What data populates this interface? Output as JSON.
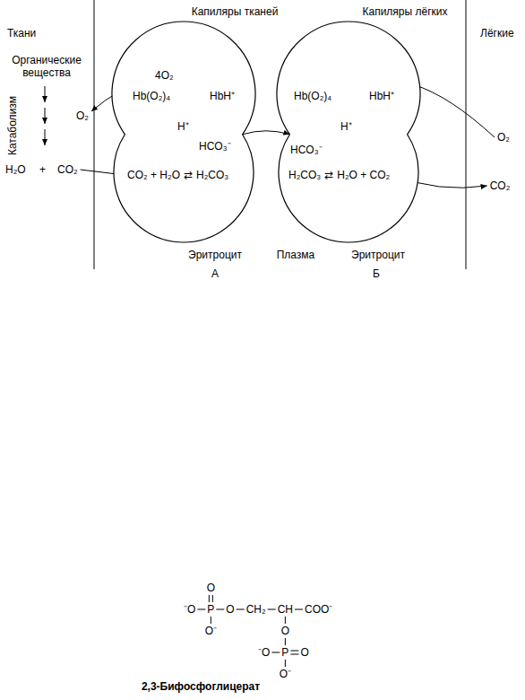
{
  "diagram": {
    "caption": "2,3-Бифосфоглицерат",
    "nodes": [
      {
        "text": [
          "4O₂",
          "Hb(O₂)₄",
          "HbH⁺",
          "H⁺",
          "HCO₃⁻",
          "CO₂ + H₂O",
          "⇄",
          "H₂CO₃"
        ]
      },
      {
        "text": [
          "Hb(O₂)₄",
          "HbH⁺",
          "HCO₃⁻",
          "H⁺",
          "H₂CO₃",
          "⇄",
          "H₂O + CO₂"
        ]
      }
    ],
    "edges": [
      {
        "from": 0,
        "to": 1,
        "arrow": "to"
      }
    ],
    "labels": [
      "Ткани",
      "Органические вещества",
      "Катаболизм",
      "O₂",
      "H₂O",
      "+",
      "CO₂",
      "Капиляры тканей",
      "Капиляры лёгких",
      "Лёгкие",
      "O₂",
      "CO₂",
      "Эритроцит",
      "Плазма",
      "Эритроцит",
      "А",
      "Б",
      "O",
      "⁻O",
      "P",
      "O",
      "CH₂",
      "CH",
      "COO⁻",
      "O⁻",
      "O",
      "⁻O",
      "P",
      "O",
      "O⁻"
    ]
  }
}
